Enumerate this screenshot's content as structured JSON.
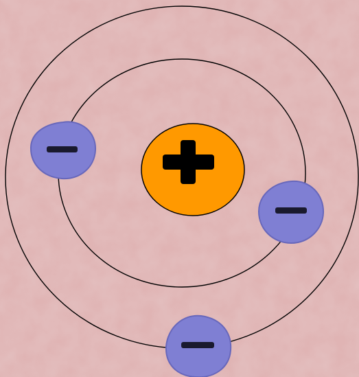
{
  "diagram": {
    "background_color": "#dfb1b1",
    "background_texture_color": "#cf9c9c",
    "orbit_stroke_color": "#000000",
    "nucleus": {
      "charge": "positive",
      "symbol_icon": "plus-icon",
      "fill_color": "#ff9900",
      "stroke_color": "#000000",
      "symbol_color": "#000000"
    },
    "electrons": [
      {
        "charge": "negative",
        "symbol_icon": "minus-icon",
        "fill_color": "#7f7fd3",
        "edge_color": "#6767bb",
        "symbol_color": "#1a1a2e"
      },
      {
        "charge": "negative",
        "symbol_icon": "minus-icon",
        "fill_color": "#7f7fd3",
        "edge_color": "#6767bb",
        "symbol_color": "#1a1a2e"
      },
      {
        "charge": "negative",
        "symbol_icon": "minus-icon",
        "fill_color": "#7f7fd3",
        "edge_color": "#6767bb",
        "symbol_color": "#1a1a2e"
      }
    ]
  }
}
